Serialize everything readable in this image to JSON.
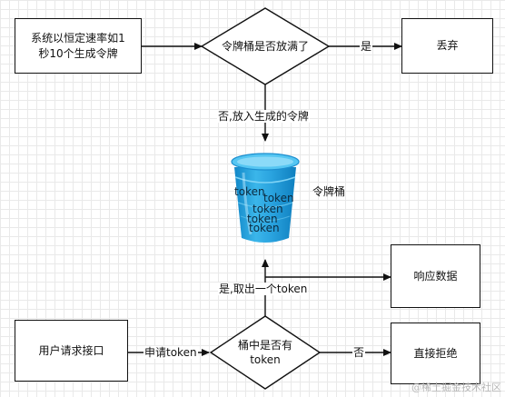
{
  "nodes": {
    "generate": "系统以恒定速率如1\n秒10个生成令牌",
    "full_check": "令牌桶是否放满了",
    "discard": "丢弃",
    "user_api": "用户请求接口",
    "has_token": "桶中是否有\ntoken",
    "respond": "响应数据",
    "reject": "直接拒绝"
  },
  "edges": {
    "full_yes": "是",
    "full_no": "否,放入生成的令牌",
    "apply": "申请token",
    "has_yes": "是,取出一个token",
    "has_no": "否"
  },
  "bucket": {
    "label": "令牌桶",
    "tokens": [
      "token",
      "token",
      "token",
      "token",
      "token"
    ],
    "color": "#2ba8e0"
  },
  "watermark": "@稀土掘金技术社区"
}
